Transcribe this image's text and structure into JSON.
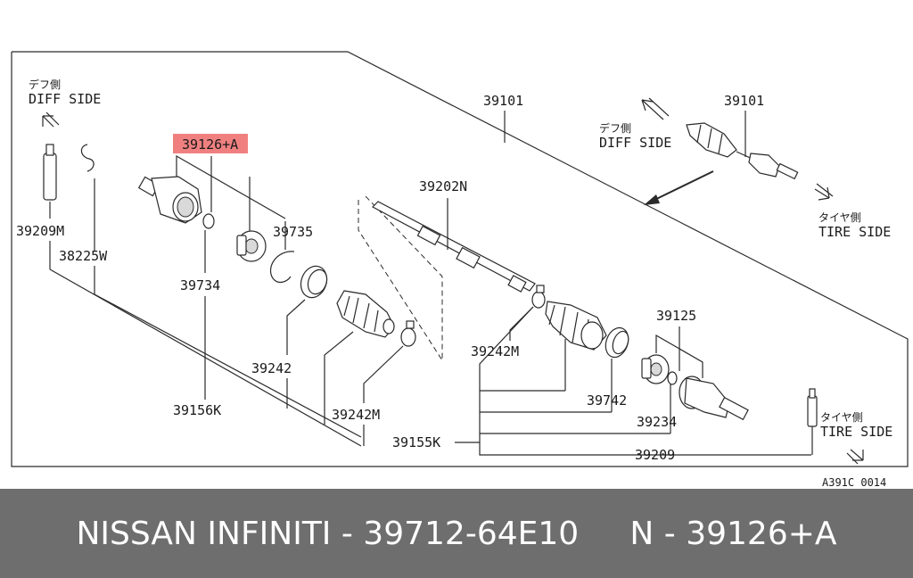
{
  "diagram": {
    "diff_side_left": {
      "jp": "デフ側",
      "en": "DIFF SIDE"
    },
    "diff_side_right": {
      "jp": "デフ側",
      "en": "DIFF SIDE"
    },
    "tire_side_right": {
      "jp": "タイヤ側",
      "en": "TIRE SIDE"
    },
    "tire_side_bottom": {
      "jp": "タイヤ側",
      "en": "TIRE SIDE"
    },
    "highlight_color": "#f08080",
    "labels": {
      "p39101_main": "39101",
      "p39101_inset": "39101",
      "p39126a": "39126+A",
      "p39209m": "39209M",
      "p38225w": "38225W",
      "p39735": "39735",
      "p39734": "39734",
      "p39202n": "39202N",
      "p39242_left": "39242",
      "p39156k": "39156K",
      "p39242m_left": "39242M",
      "p39242m_mid": "39242M",
      "p39125": "39125",
      "p39742": "39742",
      "p39234": "39234",
      "p39155k": "39155K",
      "p39209": "39209"
    },
    "ref_code": "A391C 0014"
  },
  "caption": {
    "text": "NISSAN INFINITI - 39712-64E10     N - 39126+A"
  }
}
